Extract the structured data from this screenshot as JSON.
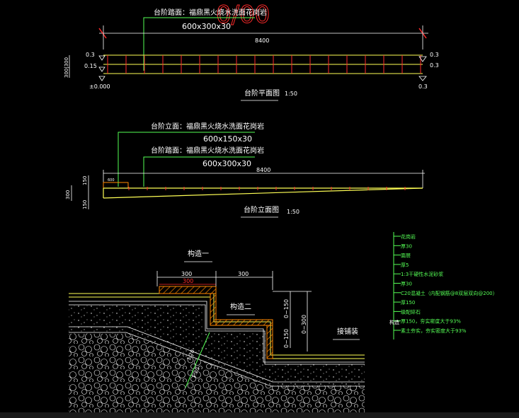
{
  "plan": {
    "watermark": "0/00",
    "tread_label": "台阶踏面：福鼎黑火烧水洗面花岗岩",
    "tread_size": "600x300x30",
    "total_length": "8400",
    "level_top_left": "0.3",
    "level_mid_left": "0.15",
    "level_zero": "±0.000",
    "level_top_right": "0.3",
    "level_mid_right": "0.3",
    "level_bottom_right": "0.3",
    "side_dim": "300|300",
    "title": "台阶平面图",
    "scale": "1:50"
  },
  "elevation": {
    "riser_label": "台阶立面：福鼎黑火烧水洗面花岗岩",
    "riser_size": "600x150x30",
    "tread_label": "台阶踏面：福鼎黑火烧水洗面花岗岩",
    "tread_size": "600x300x30",
    "total_length": "8400",
    "dim_150_top": "150",
    "dim_300": "300",
    "dim_150_bottom": "150",
    "small_dim": "600",
    "title": "台阶立面图",
    "scale": "1:50"
  },
  "section": {
    "detail_one": "构造一",
    "detail_two": "构造二",
    "paving": "接铺装",
    "dim_300_a": "300",
    "dim_300_b": "300",
    "dim_300_c": "300",
    "dim_0_150_top": "0~150",
    "dim_0_300": "0~300",
    "dim_0_150_bottom": "0~150",
    "slope_1": "1:20",
    "slope_2": "1:20"
  },
  "legend": {
    "items": [
      "花岗岩",
      "厚30",
      "面层",
      "厚5",
      "1:3干硬性水泥砂浆",
      "厚30",
      "C20混凝土（内配钢筋@8双层双向@200）",
      "厚150",
      "级配碎石",
      "厚150，夯实密度大于93%",
      "素土夯实，夯实密度大于93%"
    ],
    "note_label": "构造"
  },
  "colors": {
    "cad_white": "#ffffff",
    "cad_red": "#ff2a2a",
    "cad_yellow": "#ffff55",
    "cad_green": "#55ff55",
    "cad_orange": "#ff8800"
  }
}
